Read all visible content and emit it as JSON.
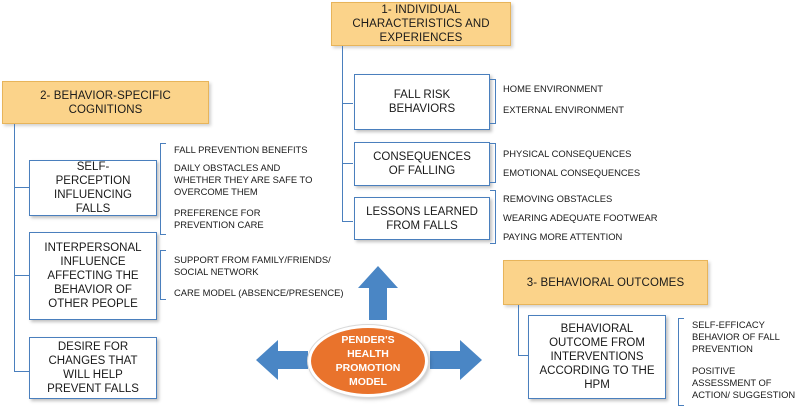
{
  "colors": {
    "header_fill": "#fbd38a",
    "box_border": "#4a7fbd",
    "arrow": "#4a86c5",
    "hub": "#e9732c"
  },
  "section1": {
    "title": "1- INDIVIDUAL CHARACTERISTICS AND EXPERIENCES",
    "boxes": [
      {
        "label": "FALL RISK BEHAVIORS",
        "items": [
          "HOME ENVIRONMENT",
          "EXTERNAL ENVIRONMENT"
        ]
      },
      {
        "label": "CONSEQUENCES OF FALLING",
        "items": [
          "PHYSICAL CONSEQUENCES",
          "EMOTIONAL CONSEQUENCES"
        ]
      },
      {
        "label": "LESSONS LEARNED FROM FALLS",
        "items": [
          "REMOVING OBSTACLES",
          "WEARING ADEQUATE FOOTWEAR",
          "PAYING MORE ATTENTION"
        ]
      }
    ]
  },
  "section2": {
    "title": "2- BEHAVIOR-SPECIFIC COGNITIONS",
    "boxes": [
      {
        "label": "SELF-PERCEPTION INFLUENCING FALLS",
        "items": [
          "FALL PREVENTION BENEFITS",
          "DAILY OBSTACLES AND WHETHER THEY ARE SAFE TO OVERCOME THEM",
          "PREFERENCE FOR PREVENTION CARE"
        ]
      },
      {
        "label": "INTERPERSONAL INFLUENCE AFFECTING THE BEHAVIOR OF OTHER PEOPLE",
        "items": [
          "SUPPORT FROM FAMILY/FRIENDS/ SOCIAL NETWORK",
          "CARE MODEL (ABSENCE/PRESENCE)"
        ]
      },
      {
        "label": "DESIRE FOR CHANGES THAT WILL HELP PREVENT FALLS",
        "items": []
      }
    ]
  },
  "section3": {
    "title": "3- BEHAVIORAL OUTCOMES",
    "boxes": [
      {
        "label": "BEHAVIORAL OUTCOME FROM INTERVENTIONS ACCORDING TO THE HPM",
        "items": [
          "SELF-EFFICACY BEHAVIOR OF FALL PREVENTION",
          "POSITIVE ASSESSMENT OF ACTION/ SUGGESTION"
        ]
      }
    ]
  },
  "hub": {
    "label": "PENDER'S HEALTH PROMOTION MODEL"
  }
}
